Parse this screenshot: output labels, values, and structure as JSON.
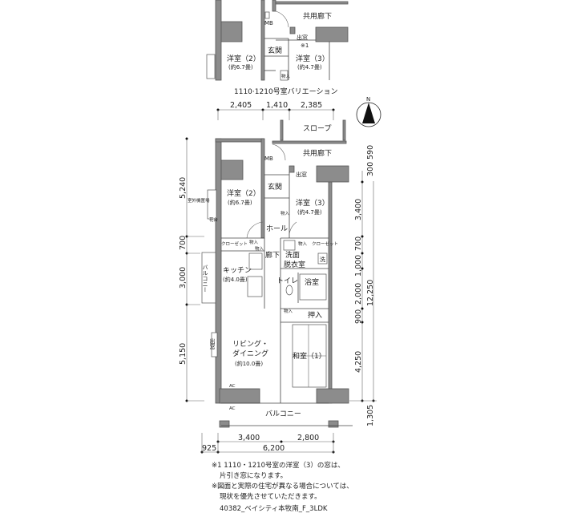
{
  "variation": {
    "caption": "1110·1210号室バリエーション",
    "corridor": "共用廊下",
    "mb": "MB",
    "bay_window": "出窓",
    "bay_window_note": "※1",
    "entrance": "玄関",
    "room2": "洋室（2）",
    "room2_size": "(約6.7畳)",
    "room3": "洋室（3）",
    "room3_size": "(約4.7畳)",
    "storage": "物入"
  },
  "top_dimensions": [
    "2,405",
    "1,410",
    "2,385"
  ],
  "plan": {
    "slope": "スロープ",
    "corridor": "共用廊下",
    "mb": "MB",
    "bay_window": "出窓",
    "entrance": "玄関",
    "room2": "洋室（2）",
    "room2_size": "(約6.7畳)",
    "room3": "洋室（3）",
    "room3_size": "(約4.7畳)",
    "storage": "物入",
    "outdoor_unit": "室外機置場",
    "flower_stand": "花台",
    "hall": "ホール",
    "closet": "クローゼット",
    "hallway": "廊下",
    "washroom_1": "洗面",
    "washroom_2": "脱衣室",
    "washer": "洗",
    "kitchen": "キッチン",
    "kitchen_size": "(約4.0畳)",
    "balcony": "バルコニー",
    "toilet": "トイレ",
    "bath": "浴室",
    "oshiire": "押入",
    "living_1": "リビング・",
    "living_2": "ダイニング",
    "living_size": "(約10.0畳)",
    "japanese_room": "和室（1）",
    "ac": "AC"
  },
  "left_dimensions": [
    "5,240",
    "700",
    "3,000",
    "5,150"
  ],
  "right_dimensions": [
    "590",
    "300",
    "3,400",
    "700",
    "1,000",
    "2,000",
    "900",
    "4,250",
    "1,305"
  ],
  "right_total": "12,250",
  "bottom_dimensions": [
    "3,400",
    "2,800"
  ],
  "bottom_total": "6,200",
  "bottom_offset": "925",
  "notes": [
    "※1 1110・1210号室の洋室（3）の窓は、",
    "片引き窓になります。",
    "※図面と実際の住宅が異なる場合については、",
    "現状を優先させていただきます。"
  ],
  "file_label": "40382_ベイシティ本牧南_F_3LDK",
  "north_label": "N"
}
